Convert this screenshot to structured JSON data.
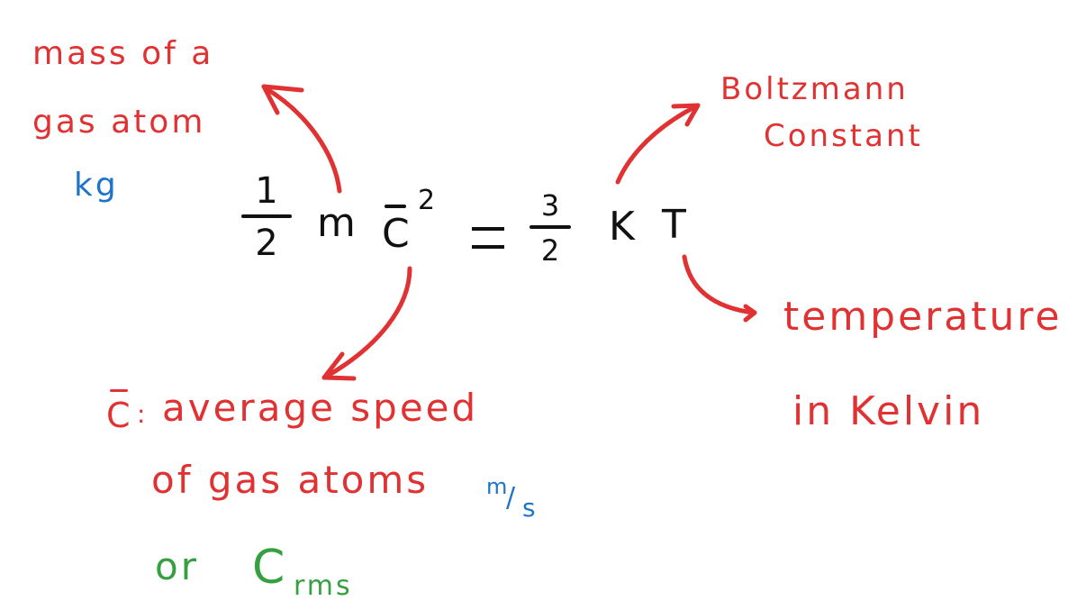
{
  "equation": {
    "lhs": {
      "fraction": {
        "numerator": "1",
        "denominator": "2"
      },
      "mass_symbol": "m",
      "speed_symbol": "C",
      "speed_overbar": true,
      "exponent": "2"
    },
    "equals": "=",
    "rhs": {
      "fraction": {
        "numerator": "3",
        "denominator": "2"
      },
      "boltzmann_symbol": "K",
      "temperature_symbol": "T"
    }
  },
  "annotations": {
    "mass": {
      "line1": "mass of a",
      "line2": "gas atom",
      "unit": "kg"
    },
    "boltzmann": {
      "line1": "Boltzmann",
      "line2": "Constant"
    },
    "temperature": {
      "line1": "temperature",
      "line2": "in Kelvin"
    },
    "speed": {
      "symbol": "C",
      "separator": ":",
      "line1": "average speed",
      "line2": "of gas atoms",
      "unit_num": "m",
      "unit_slash": "/",
      "unit_den": "s",
      "alt_prefix": "or",
      "alt_symbol": "C",
      "alt_subscript": "rms"
    }
  },
  "colors": {
    "annotation": "#e03232",
    "unit": "#1e74c8",
    "alternate": "#34a040",
    "equation": "#111111",
    "background": "#ffffff"
  }
}
